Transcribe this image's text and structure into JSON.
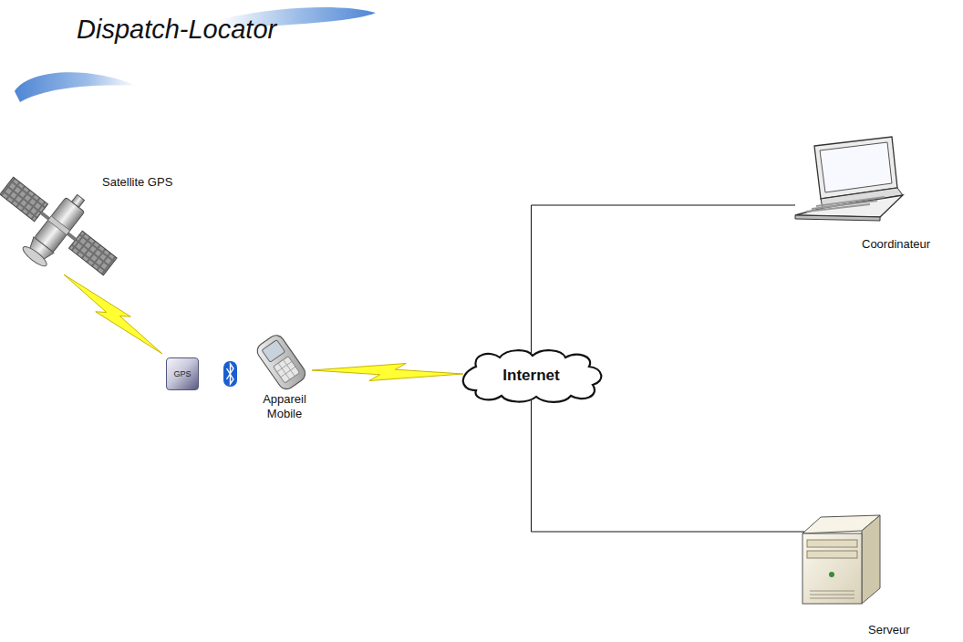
{
  "diagram": {
    "title": "Dispatch-Locator",
    "nodes": [
      {
        "text": [
          "Satellite GPS"
        ]
      },
      {
        "text": [
          "GPS"
        ]
      },
      {
        "text": [
          "Appareil Mobile"
        ]
      },
      {
        "text": [
          "Internet"
        ]
      },
      {
        "text": [
          "Coordinateur"
        ]
      },
      {
        "text": [
          "Serveur"
        ]
      }
    ],
    "edges": [
      {
        "from": 0,
        "to": 1,
        "arrow": "none"
      },
      {
        "from": 2,
        "to": 3,
        "arrow": "none"
      },
      {
        "from": 3,
        "to": 4,
        "arrow": "none"
      },
      {
        "from": 3,
        "to": 5,
        "arrow": "none"
      }
    ]
  }
}
